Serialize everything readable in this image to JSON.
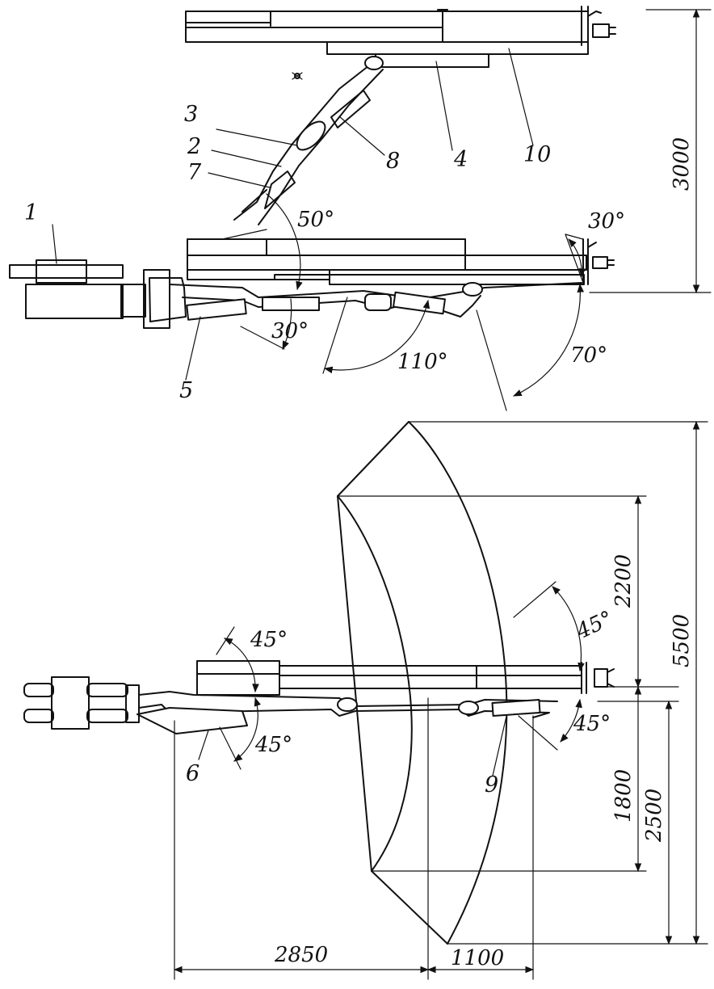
{
  "labels": {
    "l1": "1",
    "l2": "2",
    "l3": "3",
    "l4": "4",
    "l5": "5",
    "l6": "6",
    "l7": "7",
    "l8": "8",
    "l9": "9",
    "l10": "10"
  },
  "angles": {
    "a50": "50°",
    "a30_top": "30°",
    "a30_mid": "30°",
    "a110": "110°",
    "a70": "70°",
    "a45_left_top": "45°",
    "a45_left_bottom": "45°",
    "a45_right_top": "45°",
    "a45_right_bottom": "45°"
  },
  "dimensions": {
    "d3000": "3000",
    "d5500": "5500",
    "d2200": "2200",
    "d1800": "1800",
    "d2500": "2500",
    "d2850": "2850",
    "d1100": "1100"
  }
}
